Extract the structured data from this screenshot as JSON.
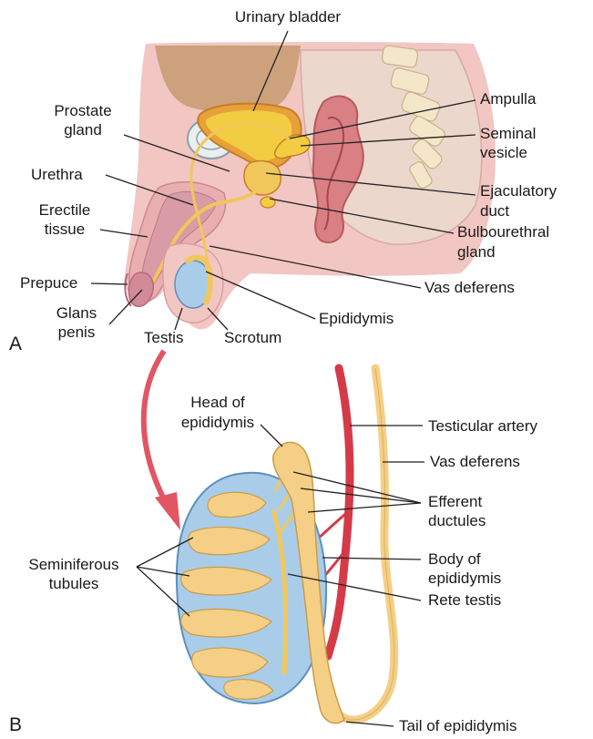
{
  "colors": {
    "skin": "#f2c6c3",
    "skin_dark": "#e8aeb0",
    "bladder": "#f0c23a",
    "bladder_wall": "#e8a13a",
    "rectum": "#d98085",
    "testis": "#a9cde9",
    "epididymis": "#f5cf86",
    "artery": "#d53a48",
    "line": "#222222"
  },
  "panel_a": {
    "letter": "A",
    "labels": {
      "urinary_bladder": "Urinary bladder",
      "ampulla": "Ampulla",
      "prostate_gland_1": "Prostate",
      "prostate_gland_2": "gland",
      "seminal_vesicle_1": "Seminal",
      "seminal_vesicle_2": "vesicle",
      "urethra": "Urethra",
      "ejaculatory_duct_1": "Ejaculatory",
      "ejaculatory_duct_2": "duct",
      "erectile_tissue_1": "Erectile",
      "erectile_tissue_2": "tissue",
      "bulbourethral_gland_1": "Bulbourethral",
      "bulbourethral_gland_2": "gland",
      "prepuce": "Prepuce",
      "vas_deferens": "Vas deferens",
      "glans_penis_1": "Glans",
      "glans_penis_2": "penis",
      "epididymis": "Epididymis",
      "testis": "Testis",
      "scrotum": "Scrotum"
    }
  },
  "panel_b": {
    "letter": "B",
    "labels": {
      "head_of_epididymis_1": "Head of",
      "head_of_epididymis_2": "epididymis",
      "testicular_artery": "Testicular artery",
      "vas_deferens": "Vas deferens",
      "efferent_ductules_1": "Efferent",
      "efferent_ductules_2": "ductules",
      "seminiferous_tubules_1": "Seminiferous",
      "seminiferous_tubules_2": "tubules",
      "body_of_epididymis_1": "Body of",
      "body_of_epididymis_2": "epididymis",
      "rete_testis": "Rete testis",
      "tail_of_epididymis": "Tail of epididymis"
    }
  }
}
